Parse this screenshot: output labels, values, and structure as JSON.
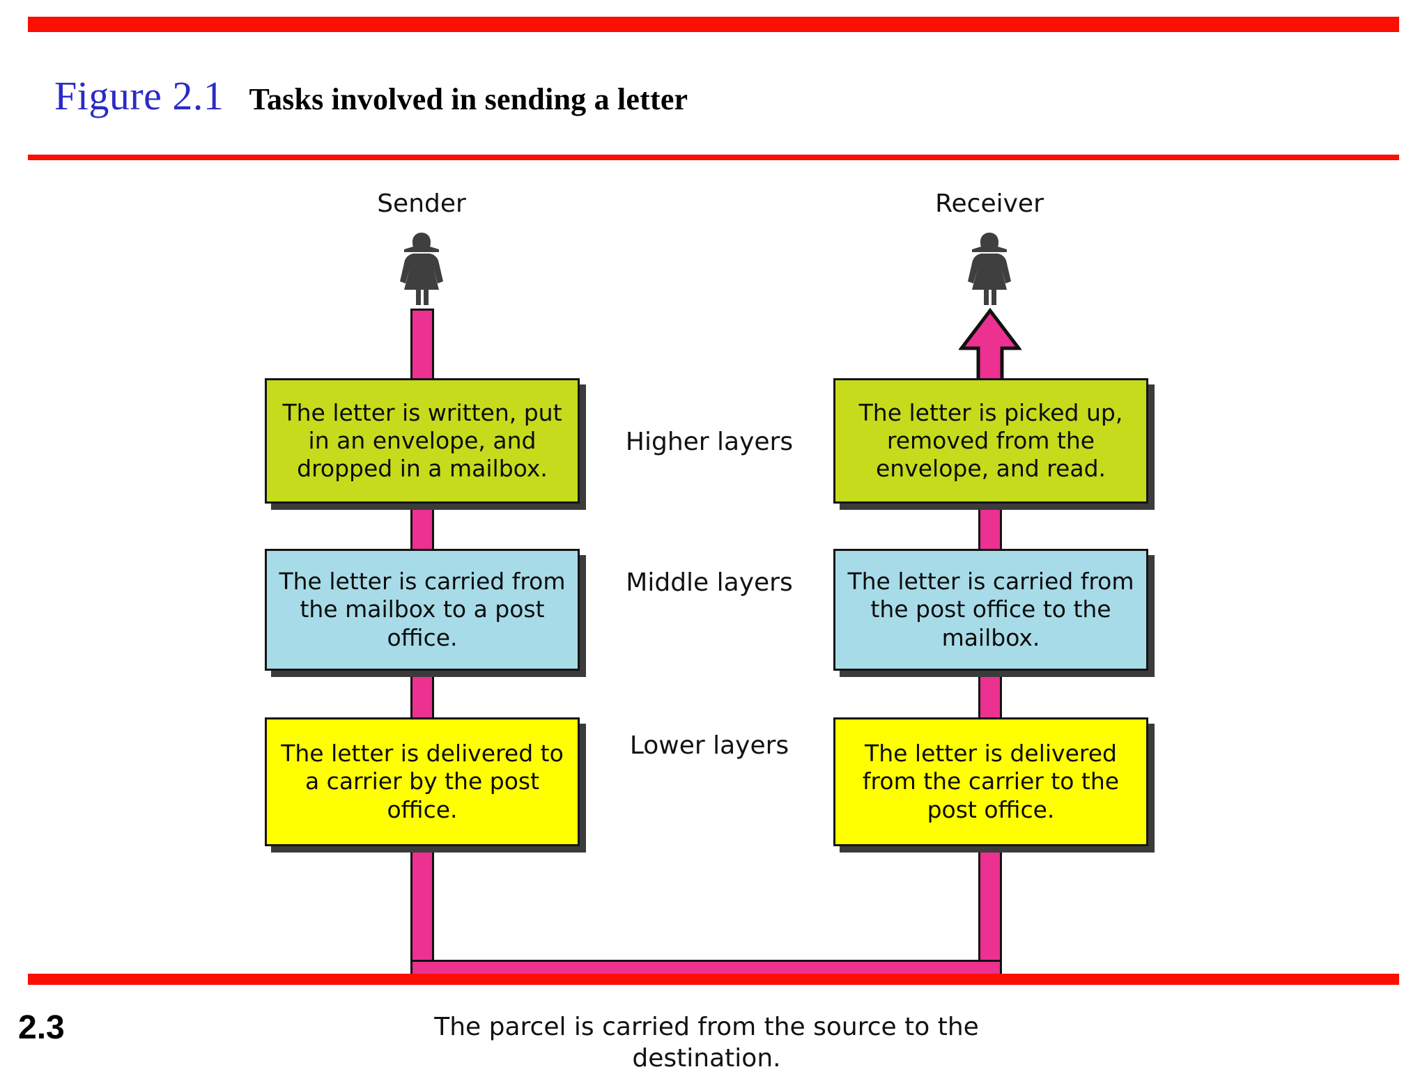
{
  "header": {
    "figure_number": "Figure 2.1",
    "figure_caption": "Tasks involved in sending a letter",
    "accent_rule_color": "#fa0f00",
    "figure_number_color": "#2b2bc6"
  },
  "diagram": {
    "endpoints": {
      "sender_label": "Sender",
      "receiver_label": "Receiver"
    },
    "layer_captions": {
      "higher": "Higher layers",
      "middle": "Middle layers",
      "lower": "Lower layers"
    },
    "colors": {
      "higher_layer_box": "#c5db1c",
      "middle_layer_box": "#a7dbe8",
      "lower_layer_box": "#ffff00",
      "path": "#ec3191",
      "person": "#3f3f3f"
    },
    "sender_boxes": [
      {
        "layer": "higher",
        "text": "The letter is written, put in an envelope, and dropped in a mailbox."
      },
      {
        "layer": "middle",
        "text": "The letter is carried from the mailbox to a post office."
      },
      {
        "layer": "lower",
        "text": "The letter is delivered to a carrier by the post office."
      }
    ],
    "receiver_boxes": [
      {
        "layer": "higher",
        "text": "The letter is picked up, removed from the envelope, and read."
      },
      {
        "layer": "middle",
        "text": "The letter is carried from the post office to the mailbox."
      },
      {
        "layer": "lower",
        "text": "The letter is delivered from the carrier to the post office."
      }
    ],
    "bottom_caption": "The parcel is carried from the source to the destination."
  },
  "footer": {
    "slide_number": "2.3"
  }
}
